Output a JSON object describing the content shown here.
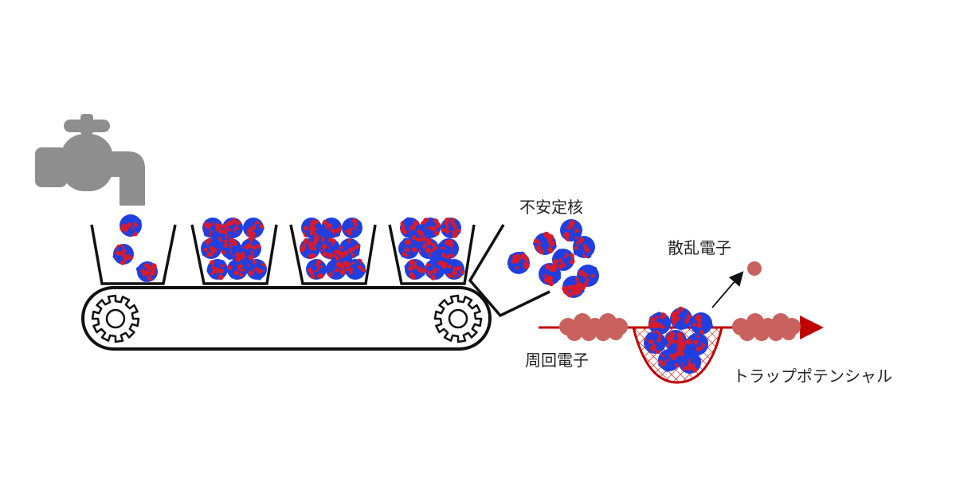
{
  "labels": {
    "unstable_nuclei": "不安定核",
    "scattered_electron": "散乱電子",
    "circulating_electrons": "周回電子",
    "trap_potential": "トラップポテンシャル"
  },
  "colors": {
    "faucet": "#8e8e8e",
    "belt_line": "#111111",
    "proton": "#d81b2c",
    "neutron": "#1f3fe0",
    "electron": "#c9625e",
    "beam": "#c00000"
  },
  "icons": {
    "faucet": "faucet-icon",
    "gear": "gear-icon"
  },
  "buckets": {
    "count": 4,
    "nuclei_per_bucket": [
      3,
      11,
      11,
      11
    ]
  },
  "falling_nuclei_count": 8
}
